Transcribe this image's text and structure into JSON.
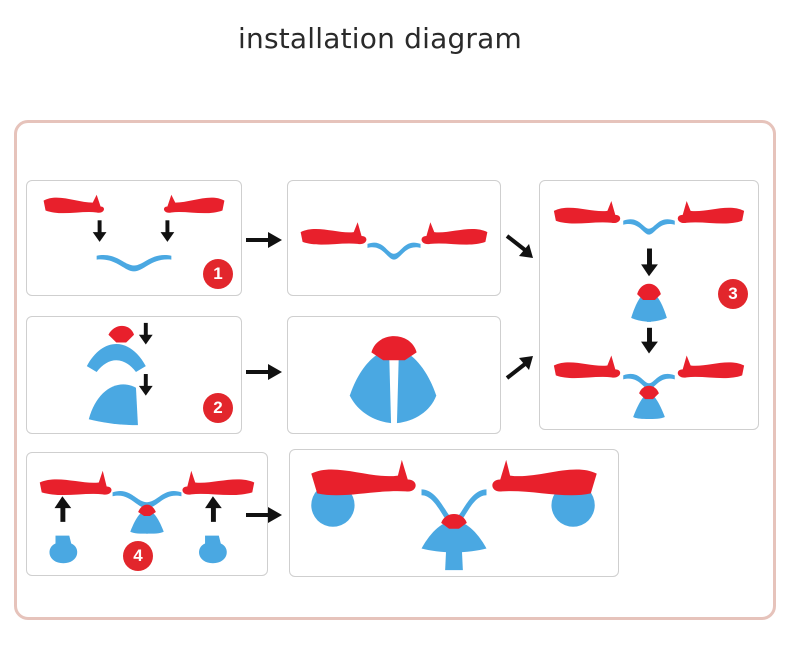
{
  "title": "installation diagram",
  "steps": [
    {
      "number": "1"
    },
    {
      "number": "2"
    },
    {
      "number": "3"
    },
    {
      "number": "4"
    }
  ],
  "colors": {
    "seat_red": "#e8202c",
    "part_blue": "#4aa8e2",
    "badge_red": "#e2262c",
    "frame_border": "#e6c3bb",
    "arrow": "#111111"
  }
}
